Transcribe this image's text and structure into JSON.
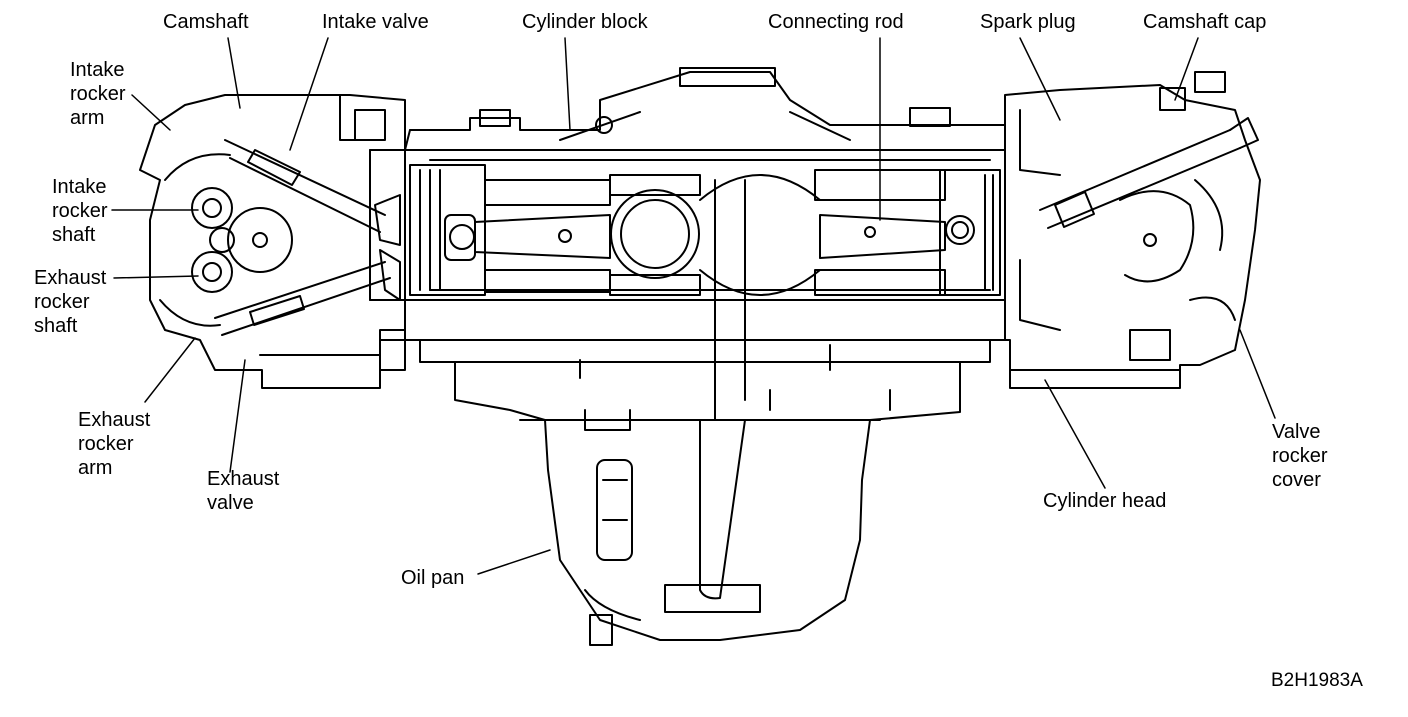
{
  "labels": {
    "camshaft": "Camshaft",
    "intake_valve": "Intake valve",
    "cylinder_block": "Cylinder block",
    "connecting_rod": "Connecting rod",
    "spark_plug": "Spark plug",
    "camshaft_cap": "Camshaft cap",
    "intake_rocker_arm": [
      "Intake",
      "rocker",
      "arm"
    ],
    "intake_rocker_shaft": [
      "Intake",
      "rocker",
      "shaft"
    ],
    "exhaust_rocker_shaft": [
      "Exhaust",
      "rocker",
      "shaft"
    ],
    "exhaust_rocker_arm": [
      "Exhaust",
      "rocker",
      "arm"
    ],
    "exhaust_valve": [
      "Exhaust",
      "valve"
    ],
    "oil_pan": "Oil pan",
    "cylinder_head": "Cylinder head",
    "valve_rocker_cover": [
      "Valve",
      "rocker",
      "cover"
    ]
  },
  "figure_code": "B2H1983A"
}
